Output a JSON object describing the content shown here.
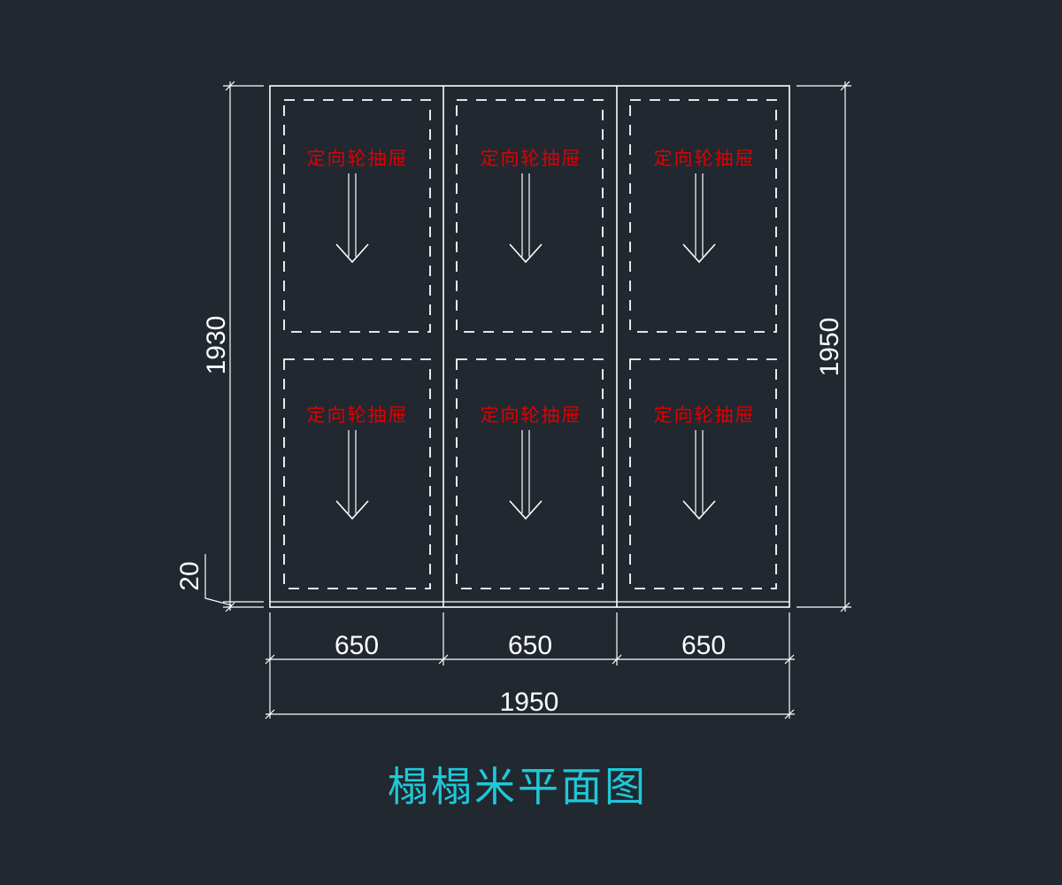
{
  "title": "榻榻米平面图",
  "panel_label": "定向轮抽屉",
  "colors": {
    "background": "#212830",
    "lines": "#ffffff",
    "labels": "#e00000",
    "title": "#1fc8d8"
  },
  "dimensions": {
    "left_height": "1930",
    "right_height": "1950",
    "base_gap": "20",
    "bottom_segments": [
      "650",
      "650",
      "650"
    ],
    "bottom_total": "1950"
  },
  "panels": [
    {
      "label": "定向轮抽屉",
      "icon": "down-arrow-icon"
    },
    {
      "label": "定向轮抽屉",
      "icon": "down-arrow-icon"
    },
    {
      "label": "定向轮抽屉",
      "icon": "down-arrow-icon"
    },
    {
      "label": "定向轮抽屉",
      "icon": "down-arrow-icon"
    },
    {
      "label": "定向轮抽屉",
      "icon": "down-arrow-icon"
    },
    {
      "label": "定向轮抽屉",
      "icon": "down-arrow-icon"
    }
  ]
}
